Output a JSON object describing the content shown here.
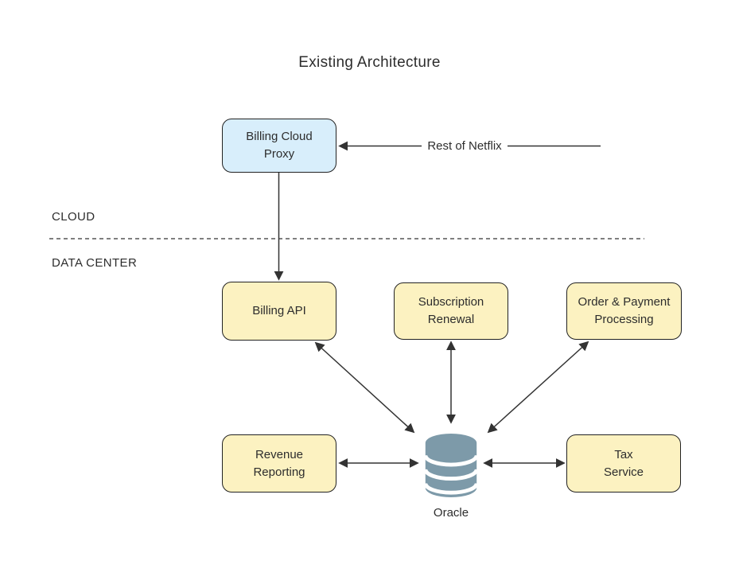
{
  "title": "Existing Architecture",
  "zones": {
    "cloud": "CLOUD",
    "data_center": "DATA CENTER"
  },
  "nodes": {
    "billing_cloud_proxy": "Billing Cloud\nProxy",
    "billing_api": "Billing API",
    "subscription_renewal": "Subscription\nRenewal",
    "order_payment_processing": "Order & Payment\nProcessing",
    "revenue_reporting": "Revenue\nReporting",
    "tax_service": "Tax\nService",
    "oracle": "Oracle"
  },
  "edge_labels": {
    "rest_of_netflix": "Rest of Netflix"
  },
  "colors": {
    "proxy_fill": "#d8eefb",
    "service_fill": "#fcf2c1",
    "border": "#222222",
    "arrow": "#333333",
    "oracle_icon": "#7d9aa9",
    "text": "#2d2d2d"
  }
}
